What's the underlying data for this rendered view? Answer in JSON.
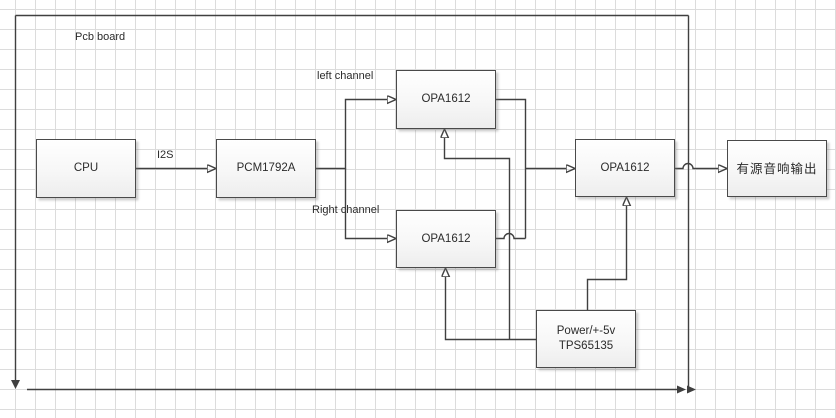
{
  "diagram": {
    "board_label": "Pcb board",
    "blocks": [
      {
        "id": "cpu",
        "label": "CPU"
      },
      {
        "id": "dac",
        "label": "PCM1792A"
      },
      {
        "id": "opa-left-channel",
        "label": "OPA1612"
      },
      {
        "id": "opa-right-channel",
        "label": "OPA1612"
      },
      {
        "id": "opa-output",
        "label": "OPA1612"
      },
      {
        "id": "speaker-output",
        "label": "有源音响输出"
      },
      {
        "id": "power",
        "label_line1": "Power/+-5v",
        "label_line2": "TPS65135"
      }
    ],
    "connector_labels": {
      "i2s": "I2S",
      "left_channel": "left channel",
      "right_channel": "Right channel"
    },
    "colors": {
      "connector_line": "#404040",
      "block_border": "#4a4a4a",
      "block_fill_top": "#ffffff",
      "block_fill_bottom": "#ededed",
      "grid_line": "#dcdcdc",
      "text": "#2b2b2b",
      "background": "#ffffff"
    }
  }
}
